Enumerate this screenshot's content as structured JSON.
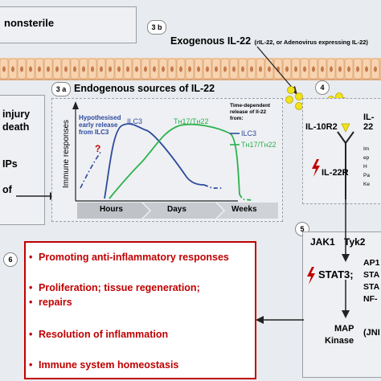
{
  "top_left": {
    "label": "nonsterile"
  },
  "step_3b": {
    "badge": "3 b",
    "title": "Exogenous IL-22",
    "subtitle": "(rIL-22, or Adenovirus expressing IL-22)"
  },
  "step_3a": {
    "badge": "3 a",
    "title": "Endogenous sources of IL-22"
  },
  "step_4": {
    "badge": "4"
  },
  "step_5": {
    "badge": "5"
  },
  "step_6": {
    "badge": "6"
  },
  "left_partial": {
    "line1": "injury",
    "line2": "death",
    "line3": "IPs",
    "line4": "of"
  },
  "plot": {
    "ylabel": "Immune responses",
    "hypothesis": [
      "Hypothesised",
      "early release",
      "from ILC3"
    ],
    "question": "?",
    "ilc3_top": "ILC3",
    "th_top": "Tʜ17/Tʜ22",
    "legend_ilc3": "ILC3",
    "legend_th": "Tʜ17/Tʜ22",
    "time_note": [
      "Time-dependent",
      "release of Il-22",
      "from:"
    ],
    "x_hours": "Hours",
    "x_days": "Days",
    "x_weeks": "Weeks"
  },
  "receptor": {
    "il10r2": "IL-10R2",
    "il22": "IL-22",
    "il22r": "IL-22R",
    "right_items": [
      "Im",
      "ep",
      "H",
      "Pa",
      "Ke"
    ]
  },
  "signaling": {
    "jak1": "JAK1",
    "tyk2": "Tyk2",
    "stat3": "STAT3;",
    "right": [
      "AP1",
      "STA",
      "STA",
      "NF-"
    ],
    "map": "MAP",
    "kinase": "Kinase",
    "jn": "(JNI"
  },
  "outcomes": [
    "Promoting anti-inflammatory responses",
    "Proliferation; tissue regeneration;",
    "repairs",
    "Resolution of inflammation",
    "Immune system homeostasis"
  ],
  "colors": {
    "red": "#c00000",
    "ilc3": "#2e4a9e",
    "th": "#2bb24c",
    "dots": "#f2e21a"
  }
}
